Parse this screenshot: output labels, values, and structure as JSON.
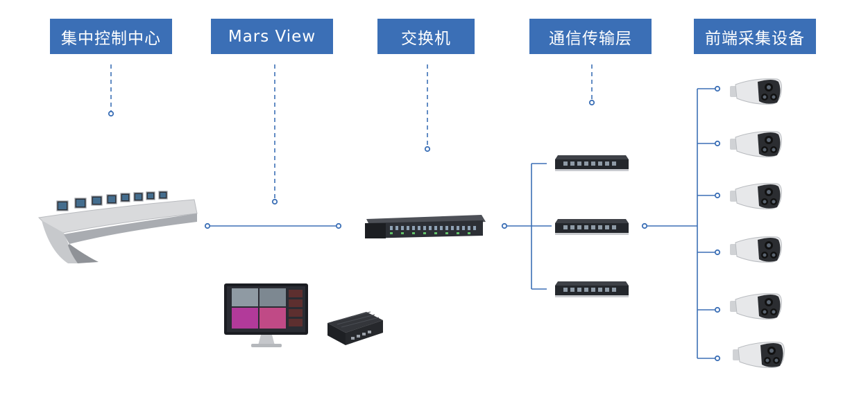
{
  "headers": {
    "control_center": "集中控制中心",
    "mars_view": "Mars View",
    "switch": "交换机",
    "transport": "通信传输层",
    "frontend": "前端采集设备"
  },
  "colors": {
    "header_bg": "#3b6fb6",
    "line": "#3b6fb6",
    "header_text": "#ffffff"
  }
}
